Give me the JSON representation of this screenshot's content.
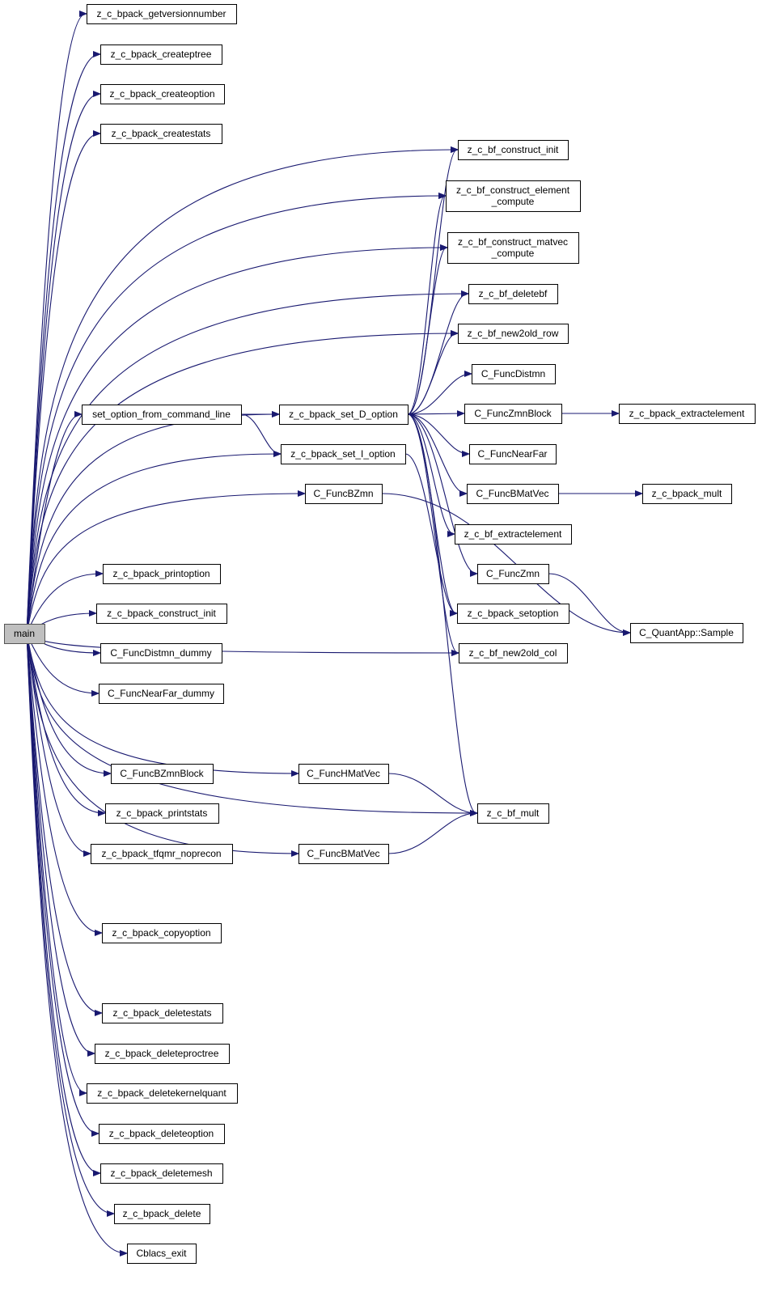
{
  "nodes": [
    {
      "id": "main",
      "label": [
        "main"
      ],
      "root": true
    },
    {
      "id": "getversionnumber",
      "label": [
        "z_c_bpack_getversionnumber"
      ]
    },
    {
      "id": "createptree",
      "label": [
        "z_c_bpack_createptree"
      ]
    },
    {
      "id": "createoption",
      "label": [
        "z_c_bpack_createoption"
      ]
    },
    {
      "id": "createstats",
      "label": [
        "z_c_bpack_createstats"
      ]
    },
    {
      "id": "set_option_from_command_line",
      "label": [
        "set_option_from_command_line"
      ]
    },
    {
      "id": "set_D_option",
      "label": [
        "z_c_bpack_set_D_option"
      ]
    },
    {
      "id": "set_I_option",
      "label": [
        "z_c_bpack_set_I_option"
      ]
    },
    {
      "id": "FuncBZmn",
      "label": [
        "C_FuncBZmn"
      ]
    },
    {
      "id": "printoption",
      "label": [
        "z_c_bpack_printoption"
      ]
    },
    {
      "id": "construct_init",
      "label": [
        "z_c_bpack_construct_init"
      ]
    },
    {
      "id": "FuncDistmn_dummy",
      "label": [
        "C_FuncDistmn_dummy"
      ]
    },
    {
      "id": "FuncNearFar_dummy",
      "label": [
        "C_FuncNearFar_dummy"
      ]
    },
    {
      "id": "FuncBZmnBlock",
      "label": [
        "C_FuncBZmnBlock"
      ]
    },
    {
      "id": "FuncHMatVec",
      "label": [
        "C_FuncHMatVec"
      ]
    },
    {
      "id": "printstats",
      "label": [
        "z_c_bpack_printstats"
      ]
    },
    {
      "id": "tfqmr_noprecon",
      "label": [
        "z_c_bpack_tfqmr_noprecon"
      ]
    },
    {
      "id": "FuncBMatVec_main",
      "label": [
        "C_FuncBMatVec"
      ]
    },
    {
      "id": "copyoption",
      "label": [
        "z_c_bpack_copyoption"
      ]
    },
    {
      "id": "deletestats",
      "label": [
        "z_c_bpack_deletestats"
      ]
    },
    {
      "id": "deleteproctree",
      "label": [
        "z_c_bpack_deleteproctree"
      ]
    },
    {
      "id": "deletekernelquant",
      "label": [
        "z_c_bpack_deletekernelquant"
      ]
    },
    {
      "id": "deleteoption",
      "label": [
        "z_c_bpack_deleteoption"
      ]
    },
    {
      "id": "deletemesh",
      "label": [
        "z_c_bpack_deletemesh"
      ]
    },
    {
      "id": "bpack_delete",
      "label": [
        "z_c_bpack_delete"
      ]
    },
    {
      "id": "cblacs_exit",
      "label": [
        "Cblacs_exit"
      ]
    },
    {
      "id": "bf_construct_init",
      "label": [
        "z_c_bf_construct_init"
      ]
    },
    {
      "id": "bf_construct_element_compute",
      "label": [
        "z_c_bf_construct_element",
        "_compute"
      ]
    },
    {
      "id": "bf_construct_matvec_compute",
      "label": [
        "z_c_bf_construct_matvec",
        "_compute"
      ]
    },
    {
      "id": "bf_deletebf",
      "label": [
        "z_c_bf_deletebf"
      ]
    },
    {
      "id": "bf_new2old_row",
      "label": [
        "z_c_bf_new2old_row"
      ]
    },
    {
      "id": "FuncDistmn",
      "label": [
        "C_FuncDistmn"
      ]
    },
    {
      "id": "FuncZmnBlock",
      "label": [
        "C_FuncZmnBlock"
      ]
    },
    {
      "id": "FuncNearFar",
      "label": [
        "C_FuncNearFar"
      ]
    },
    {
      "id": "FuncBMatVec_D",
      "label": [
        "C_FuncBMatVec"
      ]
    },
    {
      "id": "bf_extractelement",
      "label": [
        "z_c_bf_extractelement"
      ]
    },
    {
      "id": "FuncZmn",
      "label": [
        "C_FuncZmn"
      ]
    },
    {
      "id": "bpack_setoption",
      "label": [
        "z_c_bpack_setoption"
      ]
    },
    {
      "id": "bf_new2old_col",
      "label": [
        "z_c_bf_new2old_col"
      ]
    },
    {
      "id": "bf_mult",
      "label": [
        "z_c_bf_mult"
      ]
    },
    {
      "id": "bpack_extractelement",
      "label": [
        "z_c_bpack_extractelement"
      ]
    },
    {
      "id": "bpack_mult",
      "label": [
        "z_c_bpack_mult"
      ]
    },
    {
      "id": "QuantApp_Sample",
      "label": [
        "C_QuantApp::Sample"
      ]
    }
  ],
  "edges": [
    [
      "main",
      "getversionnumber"
    ],
    [
      "main",
      "createptree"
    ],
    [
      "main",
      "createoption"
    ],
    [
      "main",
      "createstats"
    ],
    [
      "main",
      "bf_construct_init"
    ],
    [
      "main",
      "bf_construct_element_compute"
    ],
    [
      "main",
      "bf_construct_matvec_compute"
    ],
    [
      "main",
      "bf_deletebf"
    ],
    [
      "main",
      "bf_new2old_row"
    ],
    [
      "main",
      "set_D_option"
    ],
    [
      "main",
      "set_option_from_command_line"
    ],
    [
      "main",
      "set_I_option"
    ],
    [
      "main",
      "FuncBZmn"
    ],
    [
      "main",
      "bf_new2old_col"
    ],
    [
      "main",
      "printoption"
    ],
    [
      "main",
      "construct_init"
    ],
    [
      "main",
      "FuncDistmn_dummy"
    ],
    [
      "main",
      "FuncNearFar_dummy"
    ],
    [
      "main",
      "FuncHMatVec"
    ],
    [
      "main",
      "FuncBZmnBlock"
    ],
    [
      "main",
      "printstats"
    ],
    [
      "main",
      "tfqmr_noprecon"
    ],
    [
      "main",
      "FuncBMatVec_main"
    ],
    [
      "main",
      "copyoption"
    ],
    [
      "main",
      "bf_mult"
    ],
    [
      "main",
      "deletestats"
    ],
    [
      "main",
      "deleteproctree"
    ],
    [
      "main",
      "deletekernelquant"
    ],
    [
      "main",
      "deleteoption"
    ],
    [
      "main",
      "deletemesh"
    ],
    [
      "main",
      "bpack_delete"
    ],
    [
      "main",
      "cblacs_exit"
    ],
    [
      "set_option_from_command_line",
      "set_D_option"
    ],
    [
      "set_option_from_command_line",
      "set_I_option"
    ],
    [
      "set_D_option",
      "bf_construct_init"
    ],
    [
      "set_D_option",
      "bf_construct_element_compute"
    ],
    [
      "set_D_option",
      "bf_construct_matvec_compute"
    ],
    [
      "set_D_option",
      "bf_deletebf"
    ],
    [
      "set_D_option",
      "bf_new2old_row"
    ],
    [
      "set_D_option",
      "FuncDistmn"
    ],
    [
      "set_D_option",
      "FuncZmnBlock"
    ],
    [
      "set_D_option",
      "FuncNearFar"
    ],
    [
      "set_D_option",
      "FuncBMatVec_D"
    ],
    [
      "set_D_option",
      "bf_extractelement"
    ],
    [
      "set_D_option",
      "FuncZmn"
    ],
    [
      "set_D_option",
      "bpack_setoption"
    ],
    [
      "set_D_option",
      "bf_new2old_col"
    ],
    [
      "set_D_option",
      "bf_mult"
    ],
    [
      "set_I_option",
      "bpack_setoption"
    ],
    [
      "FuncBZmn",
      "QuantApp_Sample"
    ],
    [
      "FuncZmnBlock",
      "bpack_extractelement"
    ],
    [
      "FuncBMatVec_D",
      "bpack_mult"
    ],
    [
      "FuncZmn",
      "QuantApp_Sample"
    ],
    [
      "FuncHMatVec",
      "bf_mult"
    ],
    [
      "FuncBMatVec_main",
      "bf_mult"
    ]
  ]
}
